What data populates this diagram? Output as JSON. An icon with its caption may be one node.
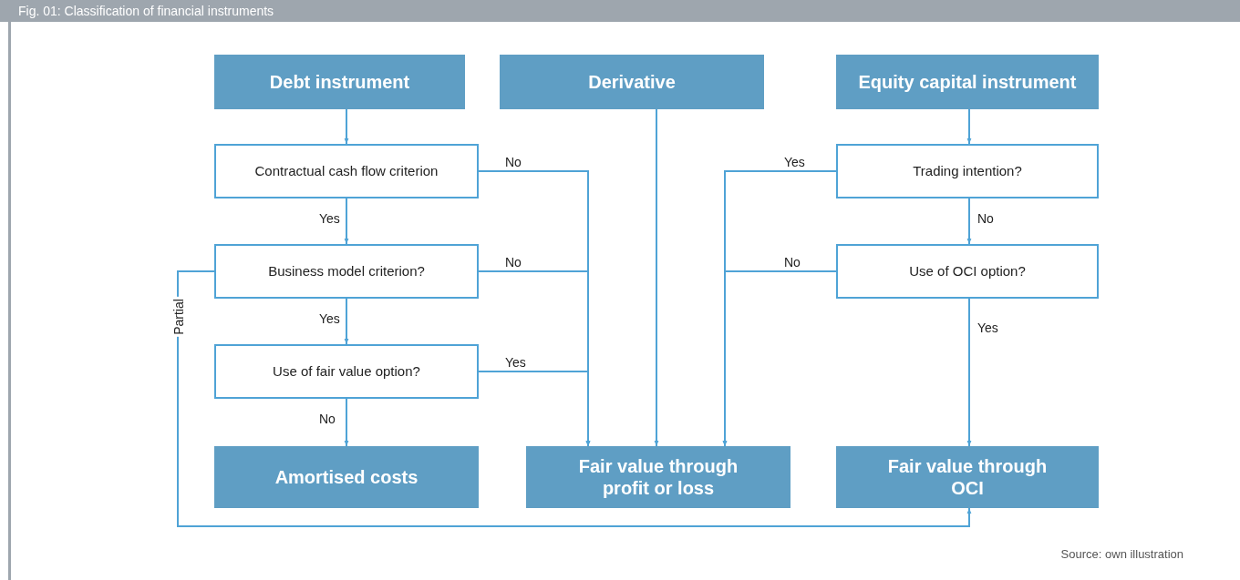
{
  "diagram": {
    "title": "Fig. 01: Classification of financial instruments",
    "nodes": [
      {
        "text": [
          "Debt instrument"
        ]
      },
      {
        "text": [
          "Derivative"
        ]
      },
      {
        "text": [
          "Equity capital instrument"
        ]
      },
      {
        "text": [
          "Contractual cash flow criterion"
        ]
      },
      {
        "text": [
          "Business model criterion?"
        ]
      },
      {
        "text": [
          "Use of fair value option?"
        ]
      },
      {
        "text": [
          "Trading intention?"
        ]
      },
      {
        "text": [
          "Use of OCI option?"
        ]
      },
      {
        "text": [
          "Amortised costs"
        ]
      },
      {
        "text": [
          "Fair value through profit or loss"
        ]
      },
      {
        "text": [
          "Fair value through OCI"
        ]
      }
    ],
    "edges": [
      {
        "from": 0,
        "to": 3,
        "arrow": "to"
      },
      {
        "from": 3,
        "to": 4,
        "arrow": "to",
        "label": "Yes"
      },
      {
        "from": 4,
        "to": 5,
        "arrow": "to",
        "label": "Yes"
      },
      {
        "from": 5,
        "to": 8,
        "arrow": "to",
        "label": "No"
      },
      {
        "from": 3,
        "to": 9,
        "arrow": "to",
        "label": "No"
      },
      {
        "from": 4,
        "to": 9,
        "arrow": "to",
        "label": "No"
      },
      {
        "from": 5,
        "to": 9,
        "arrow": "to",
        "label": "Yes"
      },
      {
        "from": 1,
        "to": 9,
        "arrow": "to"
      },
      {
        "from": 2,
        "to": 6,
        "arrow": "to"
      },
      {
        "from": 6,
        "to": 9,
        "arrow": "to",
        "label": "Yes"
      },
      {
        "from": 6,
        "to": 7,
        "arrow": "to",
        "label": "No"
      },
      {
        "from": 7,
        "to": 9,
        "arrow": "to",
        "label": "No"
      },
      {
        "from": 7,
        "to": 10,
        "arrow": "to",
        "label": "Yes"
      },
      {
        "from": 4,
        "to": 10,
        "arrow": "to",
        "label": "Partial"
      }
    ],
    "labels": [
      "Source: own illustration"
    ]
  }
}
